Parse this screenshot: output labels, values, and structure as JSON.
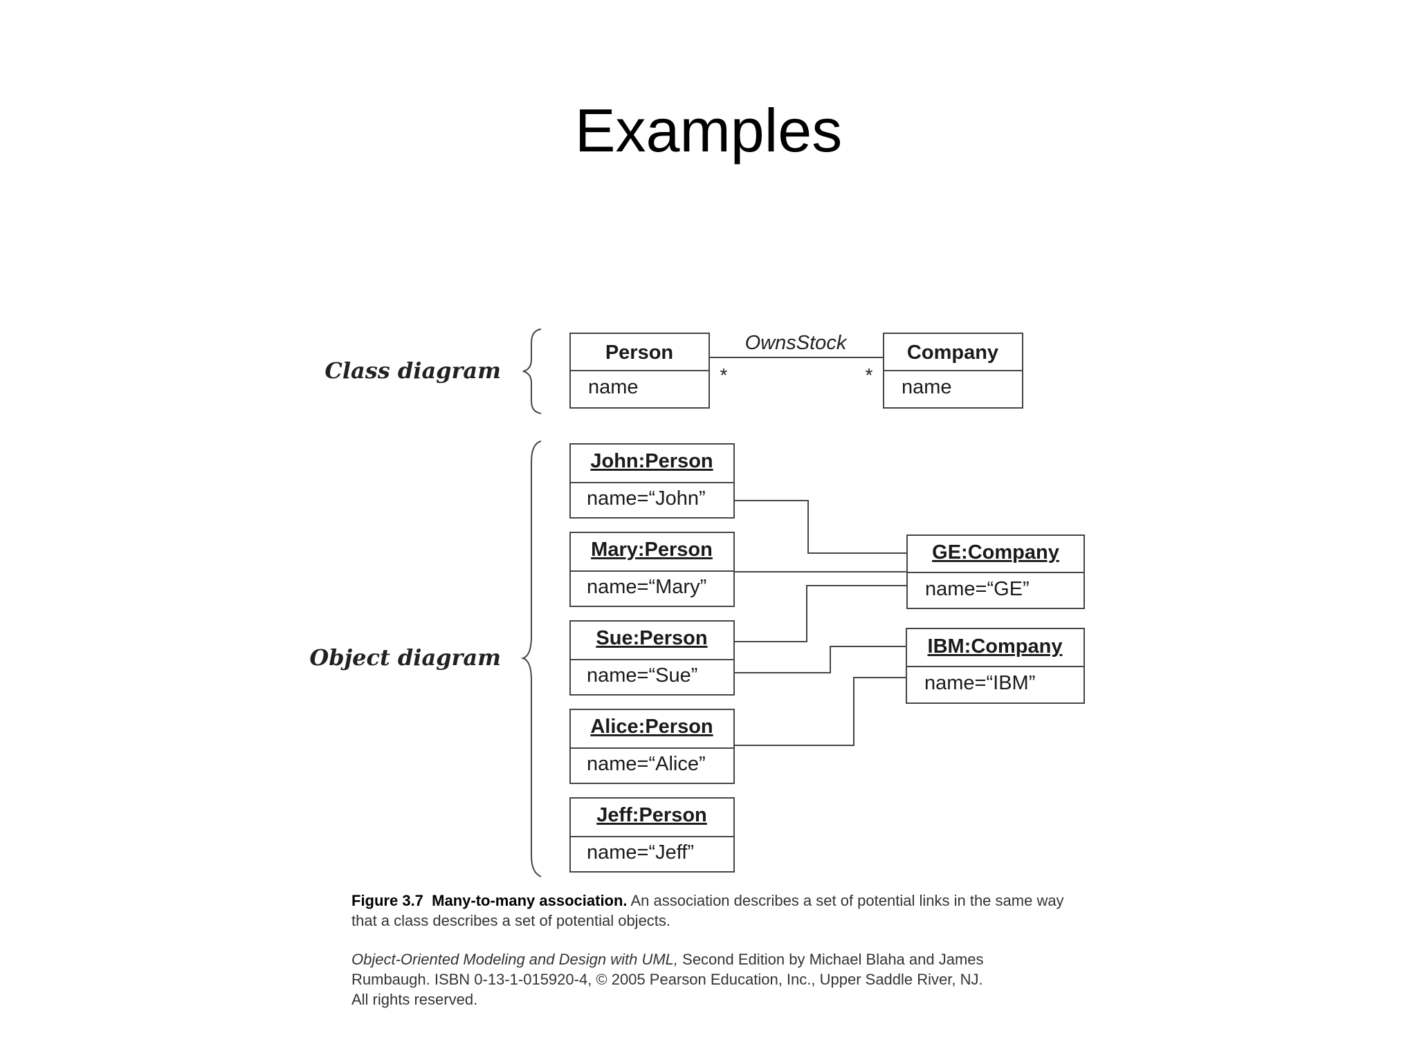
{
  "slide": {
    "title": "Examples"
  },
  "diagram": {
    "labels": {
      "class_diagram": "Class diagram",
      "object_diagram": "Object diagram"
    },
    "class_diagram": {
      "person": {
        "name": "Person",
        "attribute": "name"
      },
      "company": {
        "name": "Company",
        "attribute": "name"
      },
      "association": {
        "name": "OwnsStock",
        "left_multiplicity": "*",
        "right_multiplicity": "*"
      }
    },
    "object_diagram": {
      "persons": [
        {
          "title": "John:Person",
          "attribute": "name=“John”"
        },
        {
          "title": "Mary:Person",
          "attribute": "name=“Mary”"
        },
        {
          "title": "Sue:Person",
          "attribute": "name=“Sue”"
        },
        {
          "title": "Alice:Person",
          "attribute": "name=“Alice”"
        },
        {
          "title": "Jeff:Person",
          "attribute": "name=“Jeff”"
        }
      ],
      "companies": [
        {
          "title": "GE:Company",
          "attribute": "name=“GE”"
        },
        {
          "title": "IBM:Company",
          "attribute": "name=“IBM”"
        }
      ],
      "links": [
        {
          "from": "John:Person",
          "to": "GE:Company"
        },
        {
          "from": "Mary:Person",
          "to": "GE:Company"
        },
        {
          "from": "Sue:Person",
          "to": "GE:Company"
        },
        {
          "from": "Sue:Person",
          "to": "IBM:Company"
        },
        {
          "from": "Alice:Person",
          "to": "IBM:Company"
        }
      ]
    }
  },
  "caption": {
    "figure_number": "Figure 3.7",
    "figure_heading": "Many-to-many association.",
    "figure_text": "An association describes a set of potential links in the same way that a class describes a set of potential objects.",
    "book_title": "Object-Oriented Modeling and Design with UML,",
    "credit_text": "Second Edition by Michael Blaha and James Rumbaugh. ISBN 0-13-1-015920-4, © 2005 Pearson Education, Inc., Upper Saddle River, NJ. All rights reserved."
  }
}
